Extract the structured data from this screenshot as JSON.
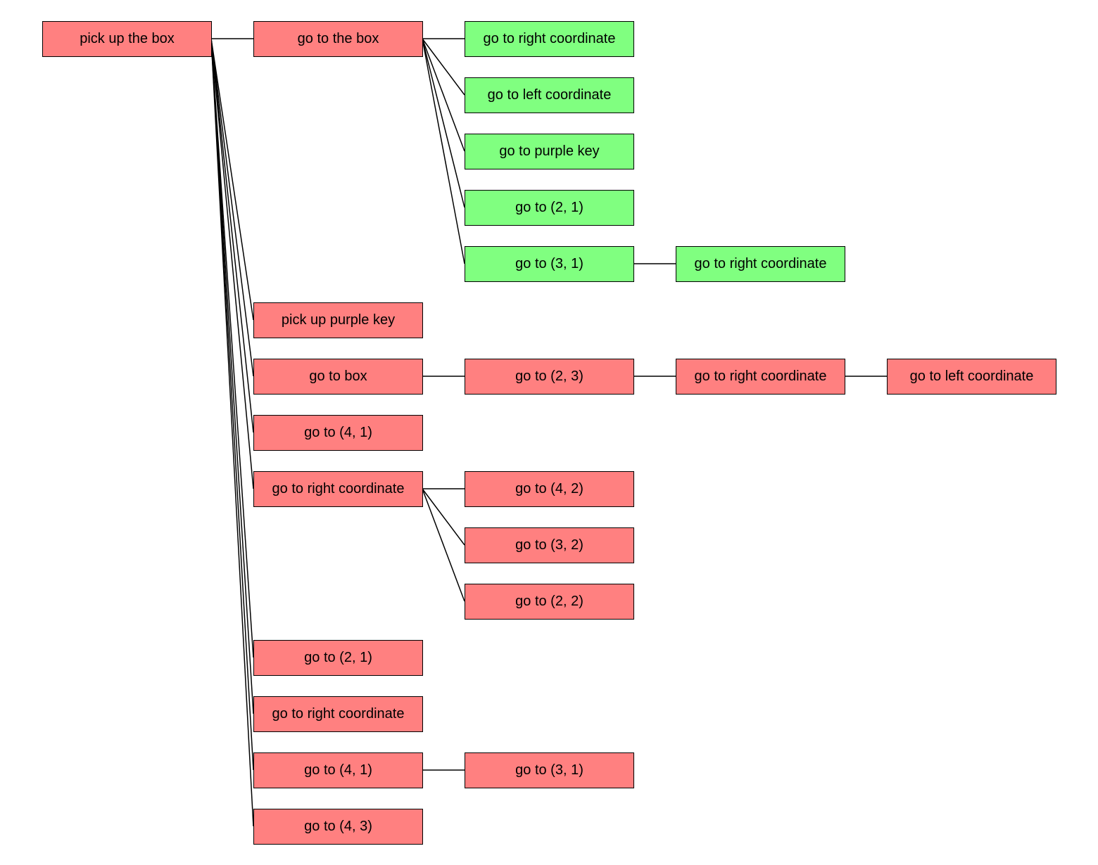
{
  "colors": {
    "success": "#80ff80",
    "failure": "#ff8080",
    "edge": "#000000"
  },
  "tree": {
    "label": "pick up the box",
    "status": "failure",
    "children": [
      {
        "label": "go to the box",
        "status": "failure",
        "children": [
          {
            "label": "go to right coordinate",
            "status": "success"
          },
          {
            "label": "go to left coordinate",
            "status": "success"
          },
          {
            "label": "go to purple key",
            "status": "success"
          },
          {
            "label": "go to (2, 1)",
            "status": "success"
          },
          {
            "label": "go to (3, 1)",
            "status": "success",
            "children": [
              {
                "label": "go to right coordinate",
                "status": "success"
              }
            ]
          }
        ]
      },
      {
        "label": "pick up purple key",
        "status": "failure"
      },
      {
        "label": "go to box",
        "status": "failure",
        "children": [
          {
            "label": "go to (2, 3)",
            "status": "failure",
            "children": [
              {
                "label": "go to right coordinate",
                "status": "failure",
                "children": [
                  {
                    "label": "go to left coordinate",
                    "status": "failure"
                  }
                ]
              }
            ]
          }
        ]
      },
      {
        "label": "go to (4, 1)",
        "status": "failure"
      },
      {
        "label": "go to right coordinate",
        "status": "failure",
        "children": [
          {
            "label": "go to (4, 2)",
            "status": "failure"
          },
          {
            "label": "go to (3, 2)",
            "status": "failure"
          },
          {
            "label": "go to (2, 2)",
            "status": "failure"
          }
        ]
      },
      {
        "label": "go to (2, 1)",
        "status": "failure"
      },
      {
        "label": "go to right coordinate",
        "status": "failure"
      },
      {
        "label": "go to (4, 1)",
        "status": "failure",
        "children": [
          {
            "label": "go to (3, 1)",
            "status": "failure"
          }
        ]
      },
      {
        "label": "go to (4, 3)",
        "status": "failure"
      }
    ]
  }
}
